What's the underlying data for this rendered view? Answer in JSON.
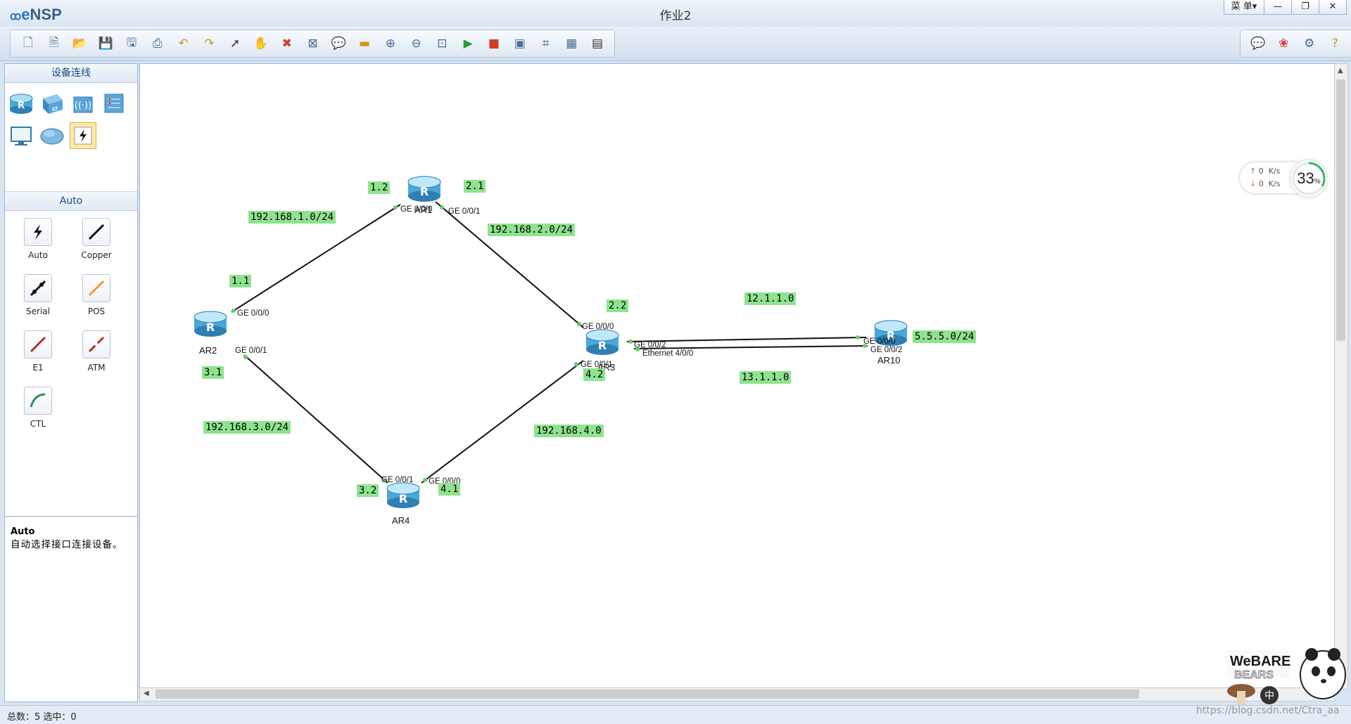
{
  "app": {
    "name_e": "e",
    "name_rest": "NSP",
    "title": "作业2"
  },
  "window_buttons": {
    "menu": "菜 单▾",
    "minimize": "—",
    "restore": "❐",
    "close": "✕"
  },
  "left_panel": {
    "header_devices": "设备连线",
    "header_cables": "Auto",
    "cables": [
      {
        "label": "Auto"
      },
      {
        "label": "Copper"
      },
      {
        "label": "Serial"
      },
      {
        "label": "POS"
      },
      {
        "label": "E1"
      },
      {
        "label": "ATM"
      },
      {
        "label": "CTL"
      }
    ],
    "desc_title": "Auto",
    "desc_text": "自动选择接口连接设备。"
  },
  "topology": {
    "devices": {
      "ar1": "AR1",
      "ar2": "AR2",
      "ar3": "AR3",
      "ar4": "AR4",
      "ar10": "AR10"
    },
    "interfaces": {
      "ar1_g0": "GE 0/0/0",
      "ar1_g1": "GE 0/0/1",
      "ar2_g0": "GE 0/0/0",
      "ar2_g1": "GE 0/0/1",
      "ar3_g0": "GE 0/0/0",
      "ar3_g1": "GE 0/0/1",
      "ar3_g2": "GE 0/0/2",
      "ar3_e4": "Ethernet 4/0/0",
      "ar4_g1": "GE 0/0/1",
      "ar4_g0": "GE 0/0/0",
      "ar10_g0": "GE 0/0/0",
      "ar10_g2": "GE 0/0/2"
    },
    "notes": {
      "n1_2": "1.2",
      "n2_1": "2.1",
      "net1": "192.168.1.0/24",
      "net2": "192.168.2.0/24",
      "n1_1": "1.1",
      "n2_2": "2.2",
      "net12": "12.1.1.0",
      "net5": "5.5.5.0/24",
      "n3_1": "3.1",
      "n4_2": "4.2",
      "net13": "13.1.1.0",
      "net3": "192.168.3.0/24",
      "net4": "192.168.4.0",
      "n3_2": "3.2",
      "n4_1": "4.1"
    }
  },
  "speed": {
    "up": "0",
    "down": "0",
    "unit": "K/s",
    "percent": "33",
    "pct_sign": "%"
  },
  "statusbar": {
    "text": "总数：5 选中：0"
  },
  "watermark": "https://blog.csdn.net/Ctra_aa"
}
